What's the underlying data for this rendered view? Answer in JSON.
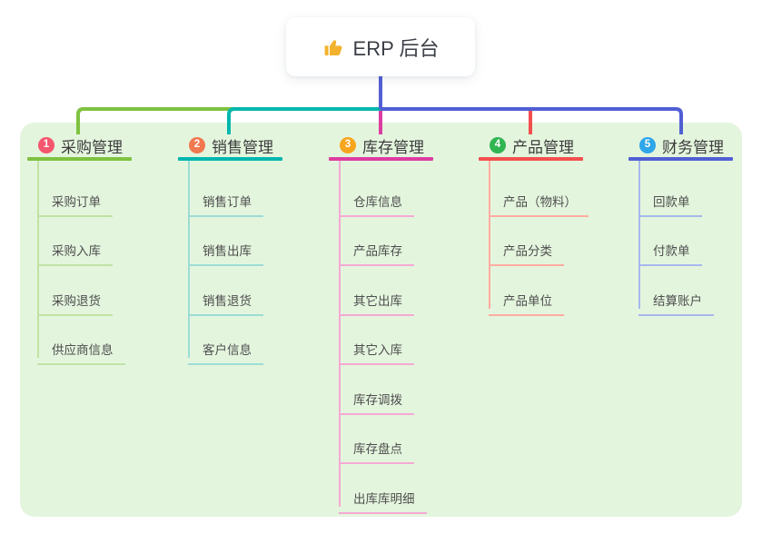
{
  "root": {
    "label": "ERP 后台",
    "icon": "thumbs-up-icon",
    "icon_color": "#f2b22e",
    "line_color": "#5360d5"
  },
  "panel_bg": "#e4f5de",
  "branches": [
    {
      "number": "1",
      "label": "采购管理",
      "badge_color": "#f4566e",
      "line_color": "#7fc241",
      "light_color": "#c0e3a3",
      "items": [
        "采购订单",
        "采购入库",
        "采购退货",
        "供应商信息"
      ]
    },
    {
      "number": "2",
      "label": "销售管理",
      "badge_color": "#f1784f",
      "line_color": "#00b7ae",
      "light_color": "#9cdcd5",
      "items": [
        "销售订单",
        "销售出库",
        "销售退货",
        "客户信息"
      ]
    },
    {
      "number": "3",
      "label": "库存管理",
      "badge_color": "#f7a51d",
      "line_color": "#dd3da0",
      "light_color": "#f5a9d3",
      "items": [
        "仓库信息",
        "产品库存",
        "其它出库",
        "其它入库",
        "库存调拨",
        "库存盘点",
        "出库库明细"
      ]
    },
    {
      "number": "4",
      "label": "产品管理",
      "badge_color": "#31b553",
      "line_color": "#f2504e",
      "light_color": "#ffaca0",
      "items": [
        "产品（物料）",
        "产品分类",
        "产品单位"
      ]
    },
    {
      "number": "5",
      "label": "财务管理",
      "badge_color": "#2ea6e9",
      "line_color": "#505fd4",
      "light_color": "#a7b8ec",
      "items": [
        "回款单",
        "付款单",
        "结算账户"
      ]
    }
  ]
}
